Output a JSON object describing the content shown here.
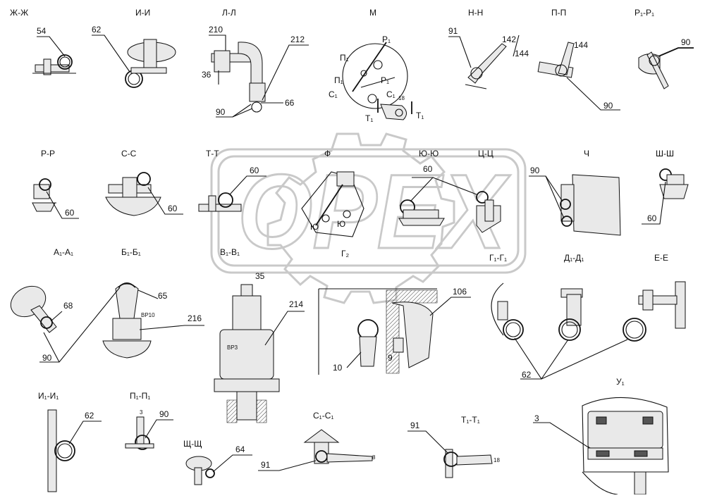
{
  "section_labels": {
    "zh": "Ж-Ж",
    "i": "И-И",
    "l": "Л-Л",
    "m": "М",
    "n": "Н-Н",
    "p": "П-П",
    "r1": "Р₁-Р₁",
    "r": "Р-Р",
    "s": "С-С",
    "t": "Т-Т",
    "f": "Ф",
    "yu": "Ю-Ю",
    "ts": "Ц-Ц",
    "ch": "Ч",
    "sh": "Ш-Ш",
    "a1": "А₁-А₁",
    "b1": "Б₁-Б₁",
    "v1": "В₁-В₁",
    "g2": "Г₂",
    "g1": "Г₁-Г₁",
    "d1": "Д₁-Д₁",
    "e": "Е-Е",
    "i1": "И₁-И₁",
    "p1": "П₁-П₁",
    "shch": "Щ-Щ",
    "s1": "С₁-С₁",
    "t1": "Т₁-Т₁",
    "u1": "У₁"
  },
  "callouts": {
    "c54": "54",
    "c62a": "62",
    "c210": "210",
    "c212": "212",
    "c36": "36",
    "c90a": "90",
    "c66": "66",
    "c91a": "91",
    "c142": "142",
    "c144a": "144",
    "c144b": "144",
    "c90b": "90",
    "c90c": "90",
    "c60a": "60",
    "c60b": "60",
    "c60c": "60",
    "c60d": "60",
    "c90d": "90",
    "c60e": "60",
    "c68": "68",
    "c65": "65",
    "c90e": "90",
    "c216": "216",
    "c35": "35",
    "c214": "214",
    "c106": "106",
    "c10": "10",
    "c9": "9",
    "c62b": "62",
    "c62c": "62",
    "c3a": "3",
    "c90f": "90",
    "c64": "64",
    "c91b": "91",
    "c8": "8",
    "c91c": "91",
    "c18a": "18",
    "c3b": "3"
  },
  "section_m": {
    "p1_top": "Р₁",
    "p1_left": "П₁",
    "p1_left2": "П₁",
    "p1_right": "Р₁",
    "c1_left": "С₁",
    "c1_right": "С₁",
    "t1_left": "Т₁",
    "t1_right": "Т₁",
    "n18": "18"
  },
  "section_f": {
    "yu_left": "Ю",
    "yu_right": "Ю"
  },
  "part_marks": {
    "bp10": "ВР10",
    "bp3": "ВР3"
  },
  "watermark": {
    "text": "OPEX"
  }
}
